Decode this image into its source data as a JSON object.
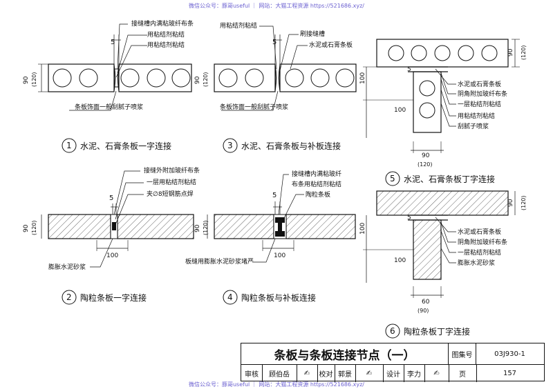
{
  "watermark": {
    "top": "微信公众号：豚哥useful ｜ 网站：大猫工程资源 https://521686.xyz/",
    "bottom": "微信公众号：豚哥useful ｜ 网站：大猫工程资源 https://521686.xyz/"
  },
  "dims": {
    "d5": "5",
    "d90": "90",
    "d120p": "(120)",
    "d100": "100",
    "d60": "60",
    "d90p": "(90)"
  },
  "details": {
    "d1": {
      "num": "1",
      "caption": "水泥、石膏条板一字连接",
      "labels": [
        "接缝槽内满粘玻纤布条",
        "用粘结剂粘结",
        "用粘结剂粘结"
      ],
      "bottom_label": "条板饰面一般刮腻子喷浆"
    },
    "d2": {
      "num": "2",
      "caption": "陶粒条板一字连接",
      "labels": [
        "接缝外附加玻纤布条",
        "一层用粘结剂粘结",
        "夹∅8短钢筋点焊"
      ],
      "bottom_label": "膨胀水泥砂浆"
    },
    "d3": {
      "num": "3",
      "caption": "水泥、石膏条板与补板连接",
      "labels": [
        "用粘结剂粘结",
        "刷接缝槽",
        "水泥或石膏条板"
      ],
      "bottom_label": "条板饰面一般刮腻子喷浆"
    },
    "d4": {
      "num": "4",
      "caption": "陶粒条板与补板连接",
      "labels": [
        "接缝槽内满粘玻纤",
        "布条用粘结剂粘结",
        "陶粒条板"
      ],
      "bottom_label": "板缝用膨胀水泥砂浆堵严"
    },
    "d5": {
      "num": "5",
      "caption": "水泥、石膏条板丁字连接",
      "labels": [
        "水泥或石膏条板",
        "阴角附加玻纤布条",
        "一层粘结剂粘结",
        "用粘结剂粘结",
        "刮腻子喷浆"
      ]
    },
    "d6": {
      "num": "6",
      "caption": "陶粒条板丁字连接",
      "labels": [
        "水泥或石膏条板",
        "阴角附加玻纤布条",
        "一层粘结剂粘结",
        "膨胀水泥砂浆"
      ]
    }
  },
  "title_block": {
    "title": "条板与条板连接节点（一）",
    "atlas_label": "图集号",
    "atlas_no": "03J930-1",
    "review_label": "审核",
    "reviewer": "顾伯岳",
    "check_label": "校对",
    "checker": "郭景",
    "design_label": "设计",
    "designer": "李力",
    "page_label": "页",
    "page_no": "157"
  }
}
